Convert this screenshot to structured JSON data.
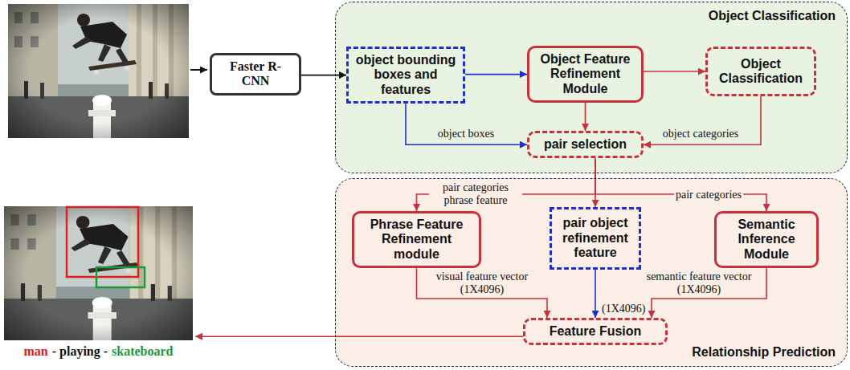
{
  "diagram": {
    "nodes": [
      {
        "text": [
          "Faster R-CNN"
        ]
      },
      {
        "text": [
          "Object Classification"
        ]
      },
      {
        "text": [
          "object bounding boxes and features"
        ],
        "in": 1
      },
      {
        "text": [
          "Object Feature Refinement Module"
        ],
        "in": 1
      },
      {
        "text": [
          "Object Classification"
        ],
        "in": 1
      },
      {
        "text": [
          "pair selection"
        ],
        "in": 1
      },
      {
        "text": [
          "Relationship Prediction"
        ]
      },
      {
        "text": [
          "Phrase Feature Refinement module"
        ],
        "in": 6
      },
      {
        "text": [
          "pair object refinement feature"
        ],
        "in": 6
      },
      {
        "text": [
          "Semantic Inference Module"
        ],
        "in": 6
      },
      {
        "text": [
          "Feature Fusion"
        ],
        "in": 6
      }
    ],
    "edges": [
      {
        "from": 0,
        "to": 2,
        "arrow": "to"
      },
      {
        "from": 2,
        "to": 3,
        "arrow": "to"
      },
      {
        "from": 3,
        "to": 4,
        "arrow": "to"
      },
      {
        "from": 3,
        "to": 5,
        "arrow": "to"
      },
      {
        "from": 2,
        "to": 5,
        "label": "object boxes",
        "arrow": "to"
      },
      {
        "from": 4,
        "to": 5,
        "label": "object categories",
        "arrow": "to"
      },
      {
        "from": 5,
        "to": 8,
        "arrow": "to"
      },
      {
        "from": 5,
        "to": 7,
        "label": "pair categories phrase feature",
        "arrow": "to"
      },
      {
        "from": 5,
        "to": 9,
        "label": "pair categories",
        "arrow": "to"
      },
      {
        "from": 7,
        "to": 10,
        "label": "visual feature vector (1X4096)",
        "arrow": "to"
      },
      {
        "from": 8,
        "to": 10,
        "label": "(1X4096)",
        "arrow": "to"
      },
      {
        "from": 9,
        "to": 10,
        "label": "semantic feature vector (1X4096)",
        "arrow": "to"
      }
    ],
    "labels": [
      "man",
      "- playing -",
      "skateboard"
    ]
  }
}
